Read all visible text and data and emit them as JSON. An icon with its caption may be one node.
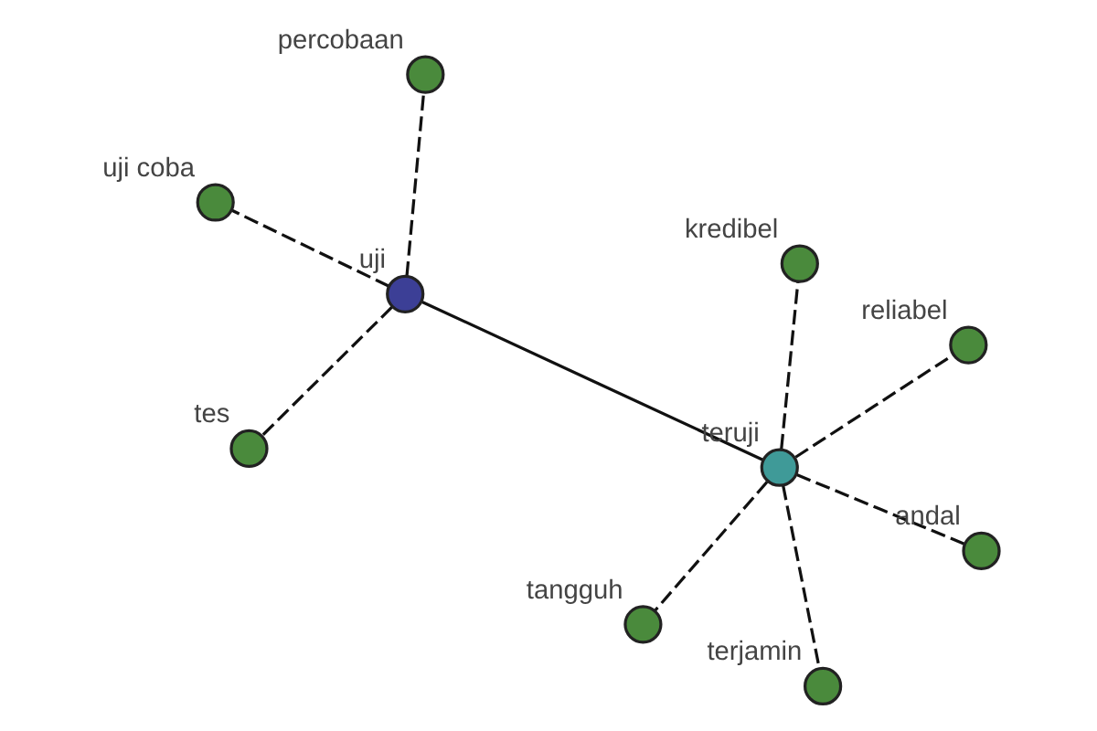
{
  "diagram": {
    "nodes": [
      {
        "text": [
          "uji coba"
        ]
      },
      {
        "text": [
          "percobaan"
        ]
      },
      {
        "text": [
          "tes"
        ]
      },
      {
        "text": [
          "uji"
        ]
      },
      {
        "text": [
          "reliabel"
        ]
      },
      {
        "text": [
          "kredibel"
        ]
      },
      {
        "text": [
          "teruji"
        ]
      },
      {
        "text": [
          "andal"
        ]
      },
      {
        "text": [
          "terjamin"
        ]
      },
      {
        "text": [
          "tangguh"
        ]
      }
    ],
    "edges": [
      {
        "from": 3,
        "to": 0,
        "arrow": "none",
        "style": "dashed"
      },
      {
        "from": 3,
        "to": 1,
        "arrow": "none",
        "style": "dashed"
      },
      {
        "from": 3,
        "to": 2,
        "arrow": "none",
        "style": "dashed"
      },
      {
        "from": 3,
        "to": 6,
        "arrow": "none"
      },
      {
        "from": 6,
        "to": 4,
        "arrow": "none",
        "style": "dashed"
      },
      {
        "from": 6,
        "to": 5,
        "arrow": "none",
        "style": "dashed"
      },
      {
        "from": 6,
        "to": 7,
        "arrow": "none",
        "style": "dashed"
      },
      {
        "from": 6,
        "to": 8,
        "arrow": "none",
        "style": "dashed"
      },
      {
        "from": 6,
        "to": 9,
        "arrow": "none",
        "style": "dashed"
      }
    ]
  }
}
